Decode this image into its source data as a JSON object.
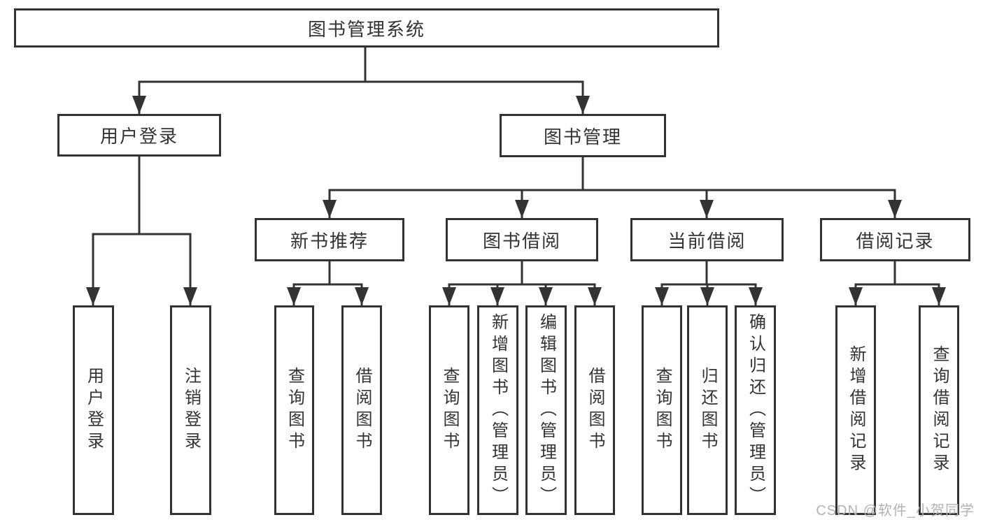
{
  "tree": {
    "label": "图书管理系统",
    "children": [
      {
        "label": "用户登录",
        "children": [
          {
            "label": "用户登录"
          },
          {
            "label": "注销登录"
          }
        ]
      },
      {
        "label": "图书管理",
        "children": [
          {
            "label": "新书推荐",
            "children": [
              {
                "label": "查询图书"
              },
              {
                "label": "借阅图书"
              }
            ]
          },
          {
            "label": "图书借阅",
            "children": [
              {
                "label": "查询图书"
              },
              {
                "label": "新增图书（管理员）"
              },
              {
                "label": "编辑图书（管理员）"
              },
              {
                "label": "借阅图书"
              }
            ]
          },
          {
            "label": "当前借阅",
            "children": [
              {
                "label": "查询图书"
              },
              {
                "label": "归还图书"
              },
              {
                "label": "确认归还（管理员）"
              }
            ]
          },
          {
            "label": "借阅记录",
            "children": [
              {
                "label": "新增借阅记录"
              },
              {
                "label": "查询借阅记录"
              }
            ]
          }
        ]
      }
    ]
  },
  "watermark": "CSDN @软件_小贺同学",
  "colors": {
    "line": "#333333",
    "box_border": "#333333",
    "box_background": "#ffffff",
    "text": "#333333",
    "watermark_text": "#b3b3b3",
    "page_background": "#ffffff"
  }
}
